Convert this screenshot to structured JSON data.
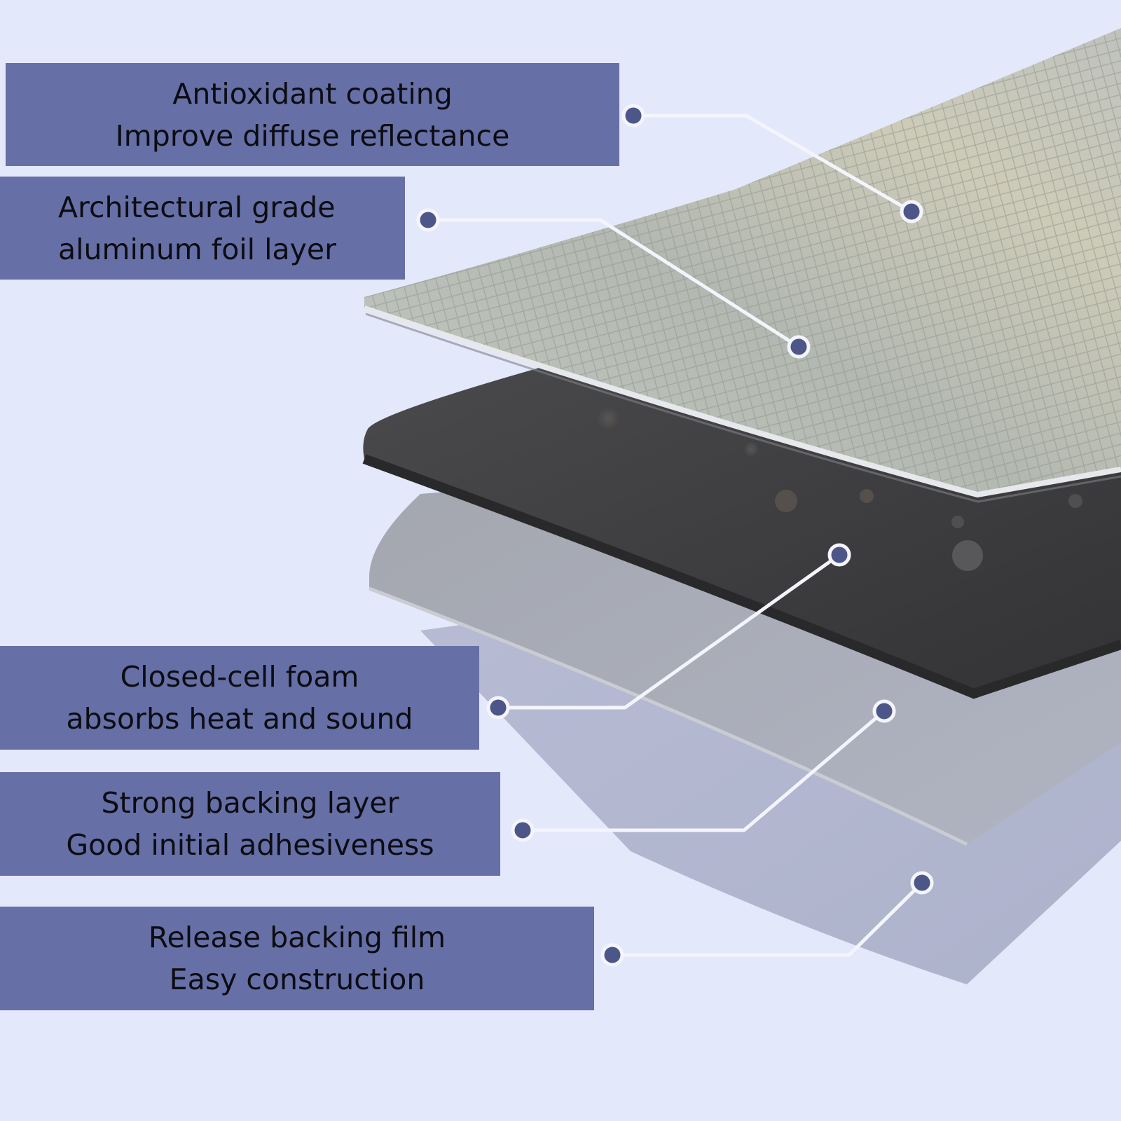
{
  "colors": {
    "background": "#e4e8fb",
    "label_fill": "#6670a6",
    "label_text": "#0c0c12",
    "callout_dot": "#4c5688",
    "callout_line": "#f4f5fc",
    "foil_layer": "#b7bcb5",
    "foam_layer": "#3e3e40",
    "backing_layer": "#a7abb7",
    "release_film": "#b1b6cf"
  },
  "callouts": [
    {
      "id": "antioxidant",
      "lines": [
        "Antioxidant coating",
        "Improve diffuse reflectance"
      ]
    },
    {
      "id": "foil",
      "lines": [
        "Architectural grade",
        "aluminum foil layer"
      ]
    },
    {
      "id": "foam",
      "lines": [
        "Closed-cell foam",
        "absorbs heat and sound"
      ]
    },
    {
      "id": "backing",
      "lines": [
        "Strong backing layer",
        "Good initial adhesiveness"
      ]
    },
    {
      "id": "release",
      "lines": [
        "Release backing film",
        "Easy construction"
      ]
    }
  ],
  "icons": {
    "callout_marker": "dot-marker-icon"
  }
}
